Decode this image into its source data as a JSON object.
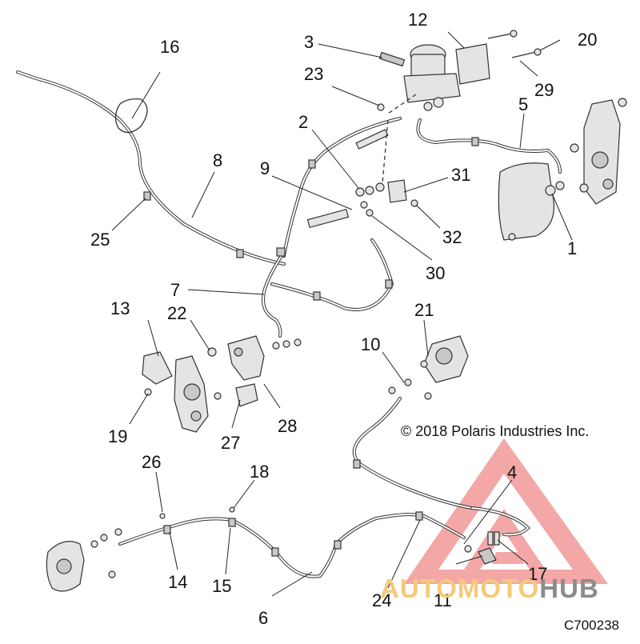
{
  "callouts": [
    {
      "id": "c1",
      "text": "1"
    },
    {
      "id": "c2",
      "text": "2"
    },
    {
      "id": "c3",
      "text": "3"
    },
    {
      "id": "c4",
      "text": "4"
    },
    {
      "id": "c5",
      "text": "5"
    },
    {
      "id": "c6",
      "text": "6"
    },
    {
      "id": "c7",
      "text": "7"
    },
    {
      "id": "c8",
      "text": "8"
    },
    {
      "id": "c9",
      "text": "9"
    },
    {
      "id": "c10",
      "text": "10"
    },
    {
      "id": "c11",
      "text": "11"
    },
    {
      "id": "c12",
      "text": "12"
    },
    {
      "id": "c13",
      "text": "13"
    },
    {
      "id": "c14",
      "text": "14"
    },
    {
      "id": "c15",
      "text": "15"
    },
    {
      "id": "c16",
      "text": "16"
    },
    {
      "id": "c17",
      "text": "17"
    },
    {
      "id": "c18",
      "text": "18"
    },
    {
      "id": "c19",
      "text": "19"
    },
    {
      "id": "c20",
      "text": "20"
    },
    {
      "id": "c21",
      "text": "21"
    },
    {
      "id": "c22",
      "text": "22"
    },
    {
      "id": "c23",
      "text": "23"
    },
    {
      "id": "c24",
      "text": "24"
    },
    {
      "id": "c25",
      "text": "25"
    },
    {
      "id": "c26",
      "text": "26"
    },
    {
      "id": "c27",
      "text": "27"
    },
    {
      "id": "c28",
      "text": "28"
    },
    {
      "id": "c29",
      "text": "29"
    },
    {
      "id": "c30",
      "text": "30"
    },
    {
      "id": "c31",
      "text": "31"
    },
    {
      "id": "c32",
      "text": "32"
    }
  ],
  "copyright": "© 2018 Polaris Industries Inc.",
  "figure_code": "C700238",
  "watermark": {
    "text_part1": "AUTOMOTO",
    "text_part2": "HUB",
    "colors": {
      "triangle": "#f08a8a",
      "part1": "#f5c97a",
      "part2": "#8c8c8c"
    }
  }
}
